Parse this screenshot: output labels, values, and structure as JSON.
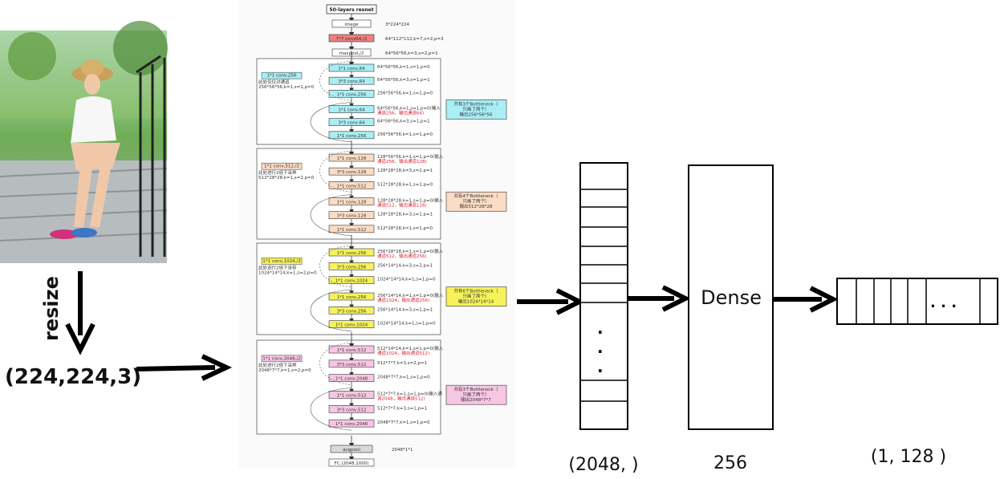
{
  "input": {
    "resize_label": "resize",
    "shape_label": "(224,224,3)"
  },
  "resnet": {
    "title": "50-layers resnet",
    "image": {
      "label": "image",
      "dims": "3*224*224"
    },
    "conv1": {
      "label": "7*7 conv64,/2",
      "dims": "64*112*112,k=7,s=2,p=3"
    },
    "pool": {
      "label": "maxpool,/2",
      "dims": "64*56*56,k=3,s=2,p=1"
    },
    "stages": [
      {
        "color": "#a9eef5",
        "shortcut": "1*1 conv,256",
        "shortcut_note": "此处仅仅对通道",
        "shortcut_dims": "256*56*56,k=1,s=1,p=0",
        "summary": "共有3个Bottleneck（只画了两个）输出256*56*56",
        "blocks": [
          {
            "label": "1*1 conv,64",
            "dims": "64*56*56,k=1,s=1,p=0",
            "extra": ""
          },
          {
            "label": "3*3 conv,64",
            "dims": "64*56*56,k=3,s=1,p=1",
            "extra": ""
          },
          {
            "label": "1*1 conv,256",
            "dims": "256*56*56,k=1,s=1,p=0",
            "extra": ""
          },
          {
            "label": "1*1 conv,64",
            "dims": "64*56*56,k=1,s=1,p=0(输入",
            "extra": "通道256，输出通道64)"
          },
          {
            "label": "3*3 conv,64",
            "dims": "64*56*56,k=3,s=1,p=1",
            "extra": ""
          },
          {
            "label": "1*1 conv,256",
            "dims": "256*56*56,k=1,s=1,p=0",
            "extra": ""
          }
        ]
      },
      {
        "color": "#fbdcc4",
        "shortcut": "1*1 conv,512,/2",
        "shortcut_note": "此处进行2倍下采样",
        "shortcut_dims": "512*28*28,k=1,s=2,p=0",
        "summary": "共有4个Bottleneck（只画了两个）输出512*28*28",
        "blocks": [
          {
            "label": "1*1 conv,128",
            "dims": "128*56*56,k=1,s=1,p=0(输入",
            "extra": "通道256，输出通道128)"
          },
          {
            "label": "3*3 conv,128",
            "dims": "128*28*28,k=3,s=2,p=1",
            "extra": ""
          },
          {
            "label": "1*1 conv,512",
            "dims": "512*28*28,k=1,s=1,p=0",
            "extra": ""
          },
          {
            "label": "1*1 conv,128",
            "dims": "128*28*28,k=1,s=1,p=0(输入",
            "extra": "通道512，输出通道128)"
          },
          {
            "label": "3*3 conv,128",
            "dims": "128*28*28,k=3,s=1,p=1",
            "extra": ""
          },
          {
            "label": "1*1 conv,512",
            "dims": "512*28*28,k=1,s=1,p=0",
            "extra": ""
          }
        ]
      },
      {
        "color": "#f7f25a",
        "shortcut": "1*1 conv,1024,/2",
        "shortcut_note": "此处进行2倍下采样",
        "shortcut_dims": "1024*14*14,k=1,s=2,p=0",
        "summary": "共有6个Bottleneck（只画了两个）输出1024*14*14",
        "blocks": [
          {
            "label": "1*1 conv,256",
            "dims": "256*28*28,k=1,s=1,p=0(输入",
            "extra": "通道512，输出通道256)"
          },
          {
            "label": "3*3 conv,256",
            "dims": "256*14*14,k=3,s=2,p=1",
            "extra": ""
          },
          {
            "label": "1*1 conv,1024",
            "dims": "1024*14*14,k=1,s=1,p=0",
            "extra": ""
          },
          {
            "label": "1*1 conv,256",
            "dims": "256*14*14,k=1,s=1,p=0(输入",
            "extra": "通道1024，输出通道256)"
          },
          {
            "label": "3*3 conv,256",
            "dims": "256*14*14,k=3,s=1,p=1",
            "extra": ""
          },
          {
            "label": "1*1 conv,1024",
            "dims": "1024*14*14,k=1,s=1,p=0",
            "extra": ""
          }
        ]
      },
      {
        "color": "#f7c6e3",
        "shortcut": "1*1 conv,2048,/2",
        "shortcut_note": "此处进行2倍下采样",
        "shortcut_dims": "2048*7*7,k=1,s=2,p=0",
        "summary": "共有3个Bottleneck（只画了两个）输出2048*7*7",
        "blocks": [
          {
            "label": "1*1 conv,512",
            "dims": "512*14*14,k=1,s=1,p=0(输入",
            "extra": "通道1024，输出通道512)"
          },
          {
            "label": "3*3 conv,512",
            "dims": "512*7*7,k=3,s=2,p=1",
            "extra": ""
          },
          {
            "label": "1*1 conv,2048",
            "dims": "2048*7*7,k=1,s=1,p=0",
            "extra": ""
          },
          {
            "label": "1*1 conv,512",
            "dims": "512*7*7,k=1,s=1,p=0(输入通",
            "extra": "道2048，输出通道512)"
          },
          {
            "label": "3*3 conv,512",
            "dims": "512*7*7,k=3,s=1,p=1",
            "extra": ""
          },
          {
            "label": "1*1 conv,2048",
            "dims": "2048*7*7,k=1,s=1,p=0",
            "extra": ""
          }
        ]
      }
    ],
    "avgpool": {
      "label": "avgpool",
      "dims": "2048*1*1"
    },
    "fc": {
      "label": "FC,(2048,1000)"
    }
  },
  "feature_vector": {
    "dots": ".",
    "shape_label": "(2048, )"
  },
  "dense": {
    "label": "Dense",
    "units_label": "256"
  },
  "output": {
    "dots": ". . .",
    "shape_label": "(1, 128 )"
  }
}
